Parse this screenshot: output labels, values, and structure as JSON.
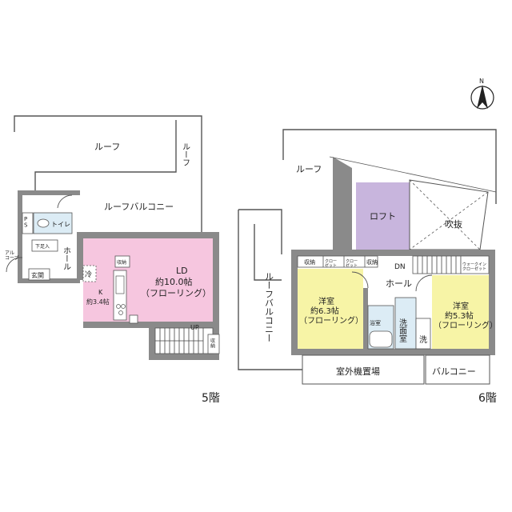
{
  "floor5": {
    "label": "5階",
    "roof": "ルーフ",
    "roof_side": "ルーフ",
    "roof_balcony": "ルーフバルコニー",
    "ps": "P\nS",
    "toilet": "トイレ",
    "shoe_box": "下足入",
    "alcove": "アル\nコーブ",
    "entrance": "玄関",
    "hall": "ホール",
    "fridge": "冷",
    "storage": "収納",
    "storage_bottom": "収\n納",
    "ld_name": "LD",
    "ld_size": "約10.0帖",
    "ld_floor": "（フローリング）",
    "kitchen_name": "K",
    "kitchen_size": "約3.4帖",
    "stairs_up": "UP"
  },
  "floor6": {
    "label": "6階",
    "roof": "ルーフ",
    "roof_balcony_vertical": "ルーフバルコニー",
    "loft": "ロフト",
    "void": "吹抜",
    "storage_a": "収納",
    "closet_a": "クロー\nゼット",
    "closet_b": "クロー\nゼット",
    "storage_b": "収納",
    "stairs_down": "DN",
    "walkin_closet": "ウォークイン\nクローゼット",
    "hall": "ホール",
    "room1_name": "洋室",
    "room1_size": "約6.3帖",
    "room1_floor": "（フローリング）",
    "bath": "浴室",
    "washroom": "洗\n面\n室",
    "wash": "洗",
    "room2_name": "洋室",
    "room2_size": "約5.3帖",
    "room2_floor": "（フローリング）",
    "outdoor_unit": "室外機置場",
    "balcony": "バルコニー"
  },
  "compass": {
    "label": "N"
  },
  "colors": {
    "ld": "#f6c6df",
    "loft": "#c8b5dd",
    "room": "#f7f4a6",
    "wet": "#dcecf5",
    "wall": "#8a8a8a"
  }
}
